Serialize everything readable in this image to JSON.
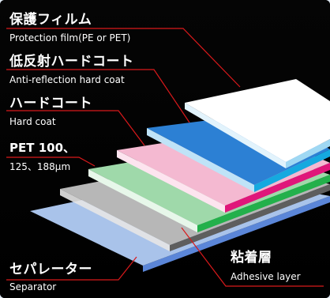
{
  "layers": [
    {
      "jp": "保護フィルム",
      "en": "Protection film(PE or PET)",
      "color": "#ffffff"
    },
    {
      "jp": "低反射ハードコート",
      "en": "Anti-reflection hard coat",
      "color": "#2c80d4"
    },
    {
      "jp": "ハードコート",
      "en": "Hard coat",
      "color": "#f4b9d1"
    },
    {
      "jp": "PET 100、",
      "en": "125、188μm",
      "color": "#9fd9aa"
    },
    {
      "jp": "セパレーター",
      "en": "Separator",
      "color": "#a9c3ea"
    },
    {
      "jp": "粘着層",
      "en": "Adhesive layer",
      "color": "#b7b7b7"
    }
  ],
  "leader_color": "#d9191b"
}
